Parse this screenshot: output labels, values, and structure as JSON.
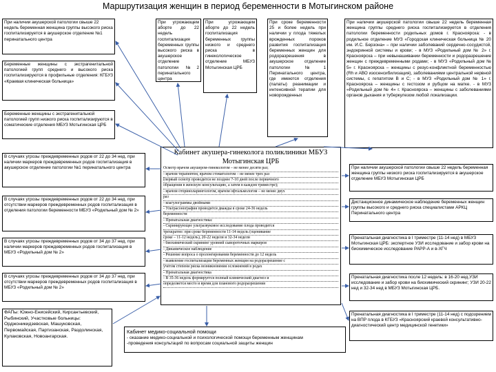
{
  "title": "Маршрутизация женщин в период беременности в Мотыгинском районе",
  "boxes": {
    "left_1": "При наличии акушерской патологии свыше 22 недель беременная женщина группы высокого риска госпитализируется в акушерское отделение №1 перинатального центра",
    "left_2": "Беременные женщины с экстрагенитальной патологией групп среднего и высокого риска госпитализируются в профильные отделения: КГБУЗ «Краевая клиническая больница»",
    "left_3": "Беременные женщины с экстрагенитальной патологией групп низкого риска госпитализируются в соматические отделения МБУЗ Мотыгинская ЦРБ",
    "left_4": "В случаях угрозы преждевременных родов от 22 до 34 нед. при наличии маркеров преждевременных родов госпитализация в акушерское отделение патологии №1 перинатального центра",
    "left_5": "В случаях угрозы преждевременных родов от 22 до 34 нед. при отсутствии маркеров преждевременных родов госпитализация в отделения патологии беременности МБУЗ «Родильный дом № 2»",
    "left_6": "В случаях угрозы преждевременных родов от 34 до 37 нед. при наличии маркеров преждевременных родов госпитализация в МБУЗ «Родильный дом № 2»",
    "left_7": "В случаях угрозы преждевременных родов от 34 до 37 нед. при отсутствии маркеров преждевременных родов госпитализация в МБУЗ «Родильный дом № 2»",
    "left_8": "ФАПы: Южно-Енисейский, Кирсантьевский, Рыбинский, Участковые больницы: Орджоникидзевская, Машуковская, Первомайская, Партизанская, Раздолинская, Кулаковская, Новоангарская.",
    "top_2": "При угрожающем аборте до 22 недель госпитализация беременных группы высокого риска в акушерское отделение патологии №2 перинатального центра",
    "top_3": "При угрожающем аборте до 22 недель госпитализация беременных группы низкого и среднего риска в гинекологическое отделение МБУЗ Мотыгинская ЦРБ",
    "top_4": "При сроке беременности 25 и более недель при наличии у плода тяжелых врожденных пороков развития госпитализация беременных женщин для родоразрешения в акушерское отделение патологии №1 Перинатального центра, где имеются отделения (палаты) реанимации и интенсивной терапии для новорожденных",
    "top_5": "При наличии акушерской патологии свыше 22 недель беременная женщина группы среднего риска госпитализируется в отделения патологии беременности родильных домов г. Красноярска: - в родильное отделение МУЗ «Городская клиническая больница № 20 им. И.С. Берзона» – при наличии заболеваний сердечно-сосудистой, эндокринной системы и крови; - в МУЗ «Родильный дом № 2» г. Красноярска – при невынашивании беременности и родоразрешение женщин с преждевременными родами; - в МУЗ «Родильный дом № 5» г. Красноярска – женщины с резус-конфликтной беременностью (Rh и АВО изосенсибилизация), заболеваниями центральной нервной системы, с гепатитом В и С; - в МУЗ «Родильный дом № 1» г. Красноярска – женщины с гестозом и рубцом на матке. - в МУЗ «Родильный дом № 4» г. Красноярска – женщины с заболеваниями органов дыхания и туберкулезом любой локализации.",
    "right_1": "При наличии акушерской патологии свыше 22 недель беременная женщина группы низкого риска госпитализируется в акушерское отделение МБУЗ Мотыгинская ЦРБ",
    "right_2": "Дистанционное динамическое наблюдение беременных женщин группы высокого и среднего риска специалистами АРКЦ Перинатального центра",
    "right_3": "Пренатальная диагностика в I триместре (11-14 нед) в МБУЗ Мотыгинская ЦРБ: экспертное УЗИ исследование и забор крови на биохимическое исследование РАРР-А и в-ХГЧ",
    "right_4": "Пренатальная диагностика после 12 недель: в 16-20 нед.УЗИ исследование и забор крови на биохимический скрининг; УЗИ 20-22 нед и 32-34 нед в МБУЗ Мотыгинская ЦРБ.",
    "right_5": "Пренатальная диагностика в I триместре (11-14 нед) с подозрением на ВПР плода в КГБУЗ «Красноярский краевой консультативно-диагностический центр медицинской генетики»"
  },
  "center": {
    "title": "Кабинет акушера-гинеколога поликлиники МБУЗ Мотыгинская ЦРБ",
    "lines": [
      "Осмотр врачом акушером-гинекологом – не менее десяти раз;",
      "- врачом терапевтом, врачом стоматологом – не менее трех раз",
      "(первый осмотр проводится не позднее 7-10 дней после первичного",
      "обращения в женскую консультацию, а затем в каждом триместре);",
      "- врачом оториноларингологом, врачом офтальмологом – не менее двух",
      "раз",
      "- коагулограммы двойными",
      "- Ультрасонография проводится дважды в сроке 24-36 недель",
      "беременности",
      "- Пренатальная диагностика:",
      "- Скринирующее ультразвуковое исследование плода проводится",
      "трехкратно: при сроке беременности 11-14 недель (оценивание",
      "сроке – 11-12 недель), 20-22 недели и 32-34 недели",
      "- биохимический скрининг уровней сывороточных маркеров",
      "- Динамическое наблюдение",
      "- Решение вопроса о пролонгировании беременности до 12 недель",
      "- выявление госпитализации беременных женщин на родоразрешение с",
      "учетом степени риска возникновения осложнений в родах",
      "- Пренатальная диагностика",
      "- В 35-36 недель формируется полный клинический диагноз и",
      "определяется место и время для планового родоразрешения"
    ]
  },
  "medsoc": {
    "title": "Кабинет медико-социальной помощи",
    "line1": "- оказание медико-социальной и психологической помощи беременным женщинам",
    "line2": "-проведения консультаций по вопросам социальной защиты женщин"
  }
}
